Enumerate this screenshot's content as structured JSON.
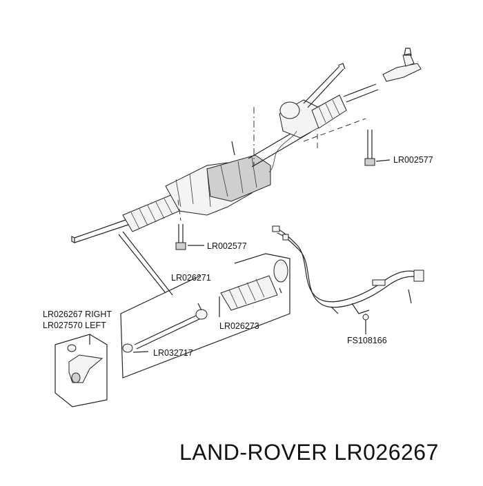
{
  "callouts": {
    "bolt_upper": "LR002577",
    "bolt_lower": "LR002577",
    "inner_tie_rod_kit": "LR026271",
    "tie_rod_end_right": "LR026267 RIGHT",
    "tie_rod_end_left": "LR027570 LEFT",
    "boot_kit": "LR026273",
    "clip": "LR032717",
    "harness_fastener": "FS108166"
  },
  "footer": {
    "brand": "LAND-ROVER",
    "part_number": "LR026267"
  }
}
